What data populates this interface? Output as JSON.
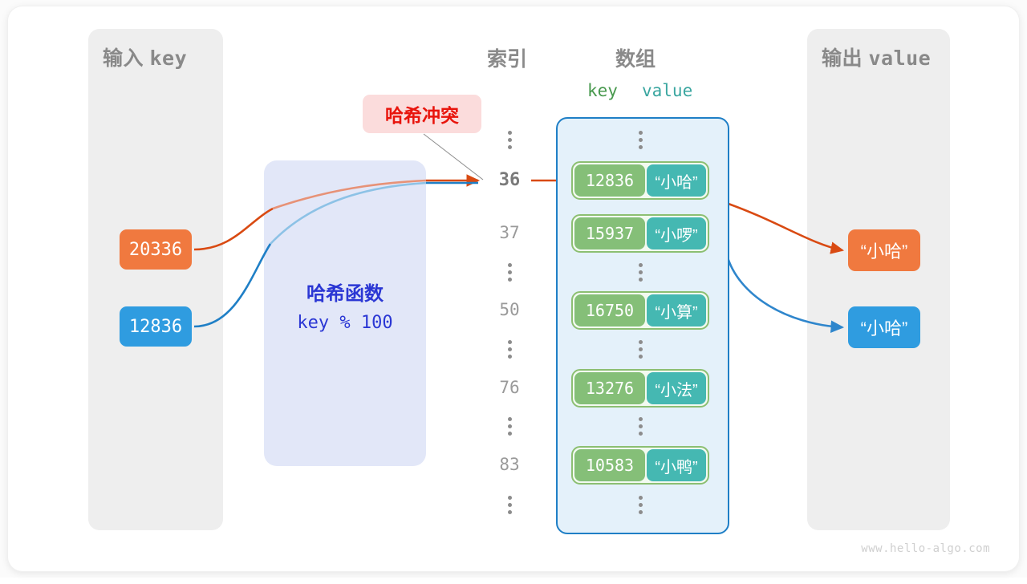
{
  "watermark": "www.hello-algo.com",
  "panels": {
    "input": {
      "title_cn": "输入",
      "title_mono": "key"
    },
    "output": {
      "title_cn": "输出",
      "title_mono": "value"
    }
  },
  "headings": {
    "index": "索引",
    "array": "数组",
    "key": "key",
    "value": "value"
  },
  "hash_function": {
    "title": "哈希函数",
    "formula": "key % 100",
    "box_color": "#e2e7f8",
    "text_color": "#2b37d4"
  },
  "collision": {
    "label": "哈希冲突",
    "text_color": "#e8140c",
    "background": "#fbdcdc"
  },
  "inputs": [
    {
      "key": "20336",
      "color": "#f0793f"
    },
    {
      "key": "12836",
      "color": "#2f9ce0"
    }
  ],
  "outputs": [
    {
      "value": "“小哈”",
      "color": "#f0793f"
    },
    {
      "value": "“小哈”",
      "color": "#2f9ce0"
    }
  ],
  "index_column": [
    {
      "type": "ellipsis"
    },
    {
      "type": "index",
      "label": "36",
      "highlighted": true
    },
    {
      "type": "index",
      "label": "37",
      "highlighted": false
    },
    {
      "type": "ellipsis"
    },
    {
      "type": "index",
      "label": "50",
      "highlighted": false
    },
    {
      "type": "ellipsis"
    },
    {
      "type": "index",
      "label": "76",
      "highlighted": false
    },
    {
      "type": "ellipsis"
    },
    {
      "type": "index",
      "label": "83",
      "highlighted": false
    },
    {
      "type": "ellipsis"
    }
  ],
  "array_entries": [
    {
      "type": "ellipsis"
    },
    {
      "type": "entry",
      "key": "12836",
      "value": "“小哈”"
    },
    {
      "type": "entry",
      "key": "15937",
      "value": "“小啰”"
    },
    {
      "type": "ellipsis"
    },
    {
      "type": "entry",
      "key": "16750",
      "value": "“小算”"
    },
    {
      "type": "ellipsis"
    },
    {
      "type": "entry",
      "key": "13276",
      "value": "“小法”"
    },
    {
      "type": "ellipsis"
    },
    {
      "type": "entry",
      "key": "10583",
      "value": "“小鸭”"
    },
    {
      "type": "ellipsis"
    }
  ],
  "colors": {
    "array_fill": "#e4f1fa",
    "array_border": "#1f7fc6",
    "cell_border": "#8cbf72",
    "key_fill": "#85bf78",
    "value_fill": "#45b8b2",
    "panel_fill": "#eeeeee",
    "orange": "#d94a12",
    "blue": "#1f7fc6"
  }
}
